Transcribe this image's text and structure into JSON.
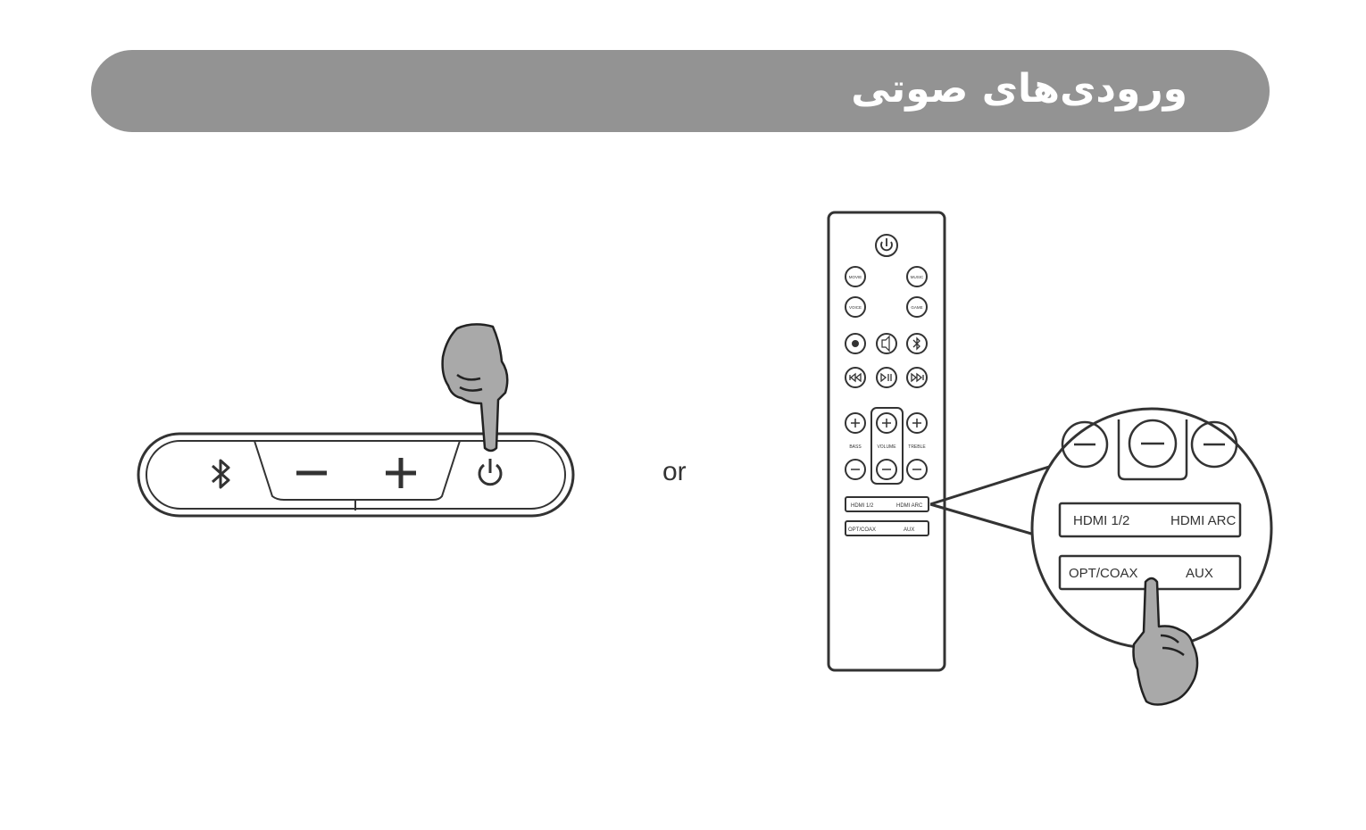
{
  "header": {
    "title": "ورودی‌های صوتی"
  },
  "divider_label": "or",
  "soundbar": {
    "buttons": [
      "bluetooth",
      "volume-down",
      "volume-up",
      "power"
    ]
  },
  "remote": {
    "top_buttons": [
      "MOVIE",
      "MUSIC",
      "VOICE",
      "GAME"
    ],
    "volume_labels": {
      "bass": "BASS",
      "volume": "VOLUME",
      "treble": "TREBLE"
    },
    "source_row1": {
      "left": "HDMI 1/2",
      "right": "HDMI ARC"
    },
    "source_row2": {
      "left": "OPT/COAX",
      "right": "AUX"
    }
  },
  "zoom": {
    "source_row1": {
      "left": "HDMI 1/2",
      "right": "HDMI ARC"
    },
    "source_row2": {
      "left": "OPT/COAX",
      "right": "AUX"
    }
  }
}
